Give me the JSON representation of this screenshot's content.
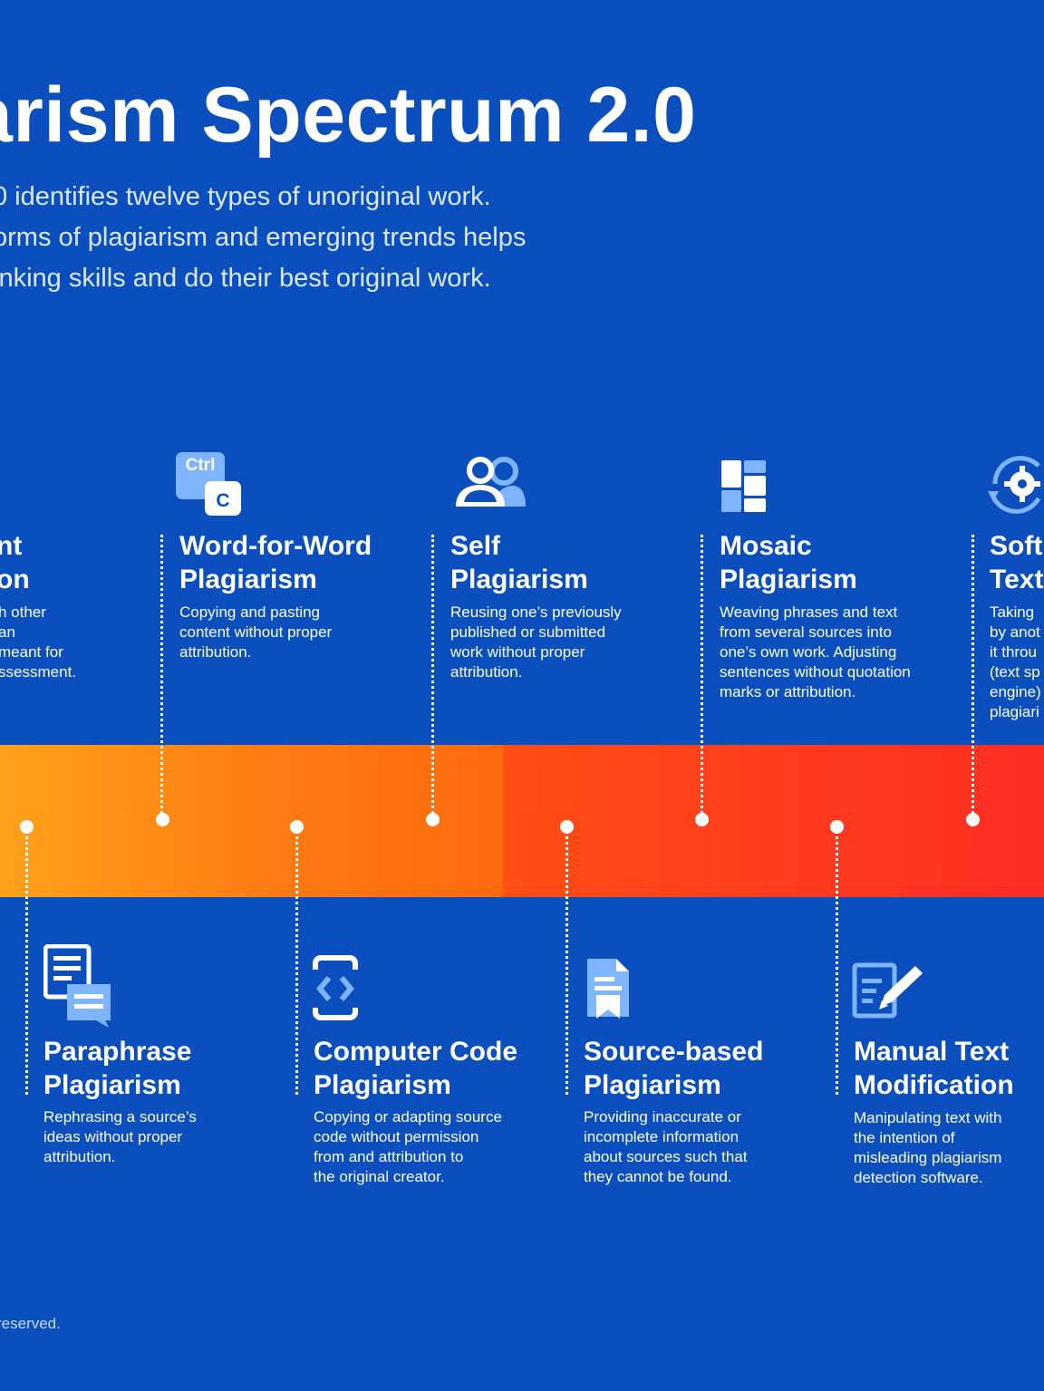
{
  "title": "arism Spectrum 2.0",
  "intro": [
    "0 identifies twelve types of unoriginal work.",
    "orms of plagiarism and emerging trends helps",
    "inking skills and do their best original work."
  ],
  "top_items": [
    {
      "heading": [
        "nt",
        "on"
      ],
      "desc": [
        "h other",
        " an",
        " meant for",
        "ssessment."
      ]
    },
    {
      "heading": [
        "Word-for-Word",
        "Plagiarism"
      ],
      "desc": [
        "Copying and pasting",
        "content without proper",
        "attribution."
      ]
    },
    {
      "heading": [
        "Self",
        "Plagiarism"
      ],
      "desc": [
        "Reusing one’s previously",
        "published or submitted",
        "work without proper",
        "attribution."
      ]
    },
    {
      "heading": [
        "Mosaic",
        "Plagiarism"
      ],
      "desc": [
        "Weaving phrases and text",
        "from several sources into",
        "one’s own work. Adjusting",
        "sentences without quotation",
        "marks or attribution."
      ]
    },
    {
      "heading": [
        "Soft",
        "Text"
      ],
      "desc": [
        "Taking",
        "by anot",
        "it throu",
        "(text sp",
        "engine)",
        "plagiari"
      ]
    }
  ],
  "bottom_items": [
    {
      "heading": [
        "Paraphrase",
        "Plagiarism"
      ],
      "desc": [
        "Rephrasing a source’s",
        "ideas without proper",
        "attribution."
      ]
    },
    {
      "heading": [
        "Computer Code",
        "Plagiarism"
      ],
      "desc": [
        "Copying or adapting source",
        "code without permission",
        "from and attribution to",
        "the original creator."
      ]
    },
    {
      "heading": [
        "Source-based",
        "Plagiarism"
      ],
      "desc": [
        "Providing inaccurate or",
        "incomplete information",
        "about sources such that",
        "they cannot be found."
      ]
    },
    {
      "heading": [
        "Manual Text",
        "Modification"
      ],
      "desc": [
        "Manipulating text with",
        "the intention of",
        "misleading plagiarism",
        "detection software."
      ]
    }
  ],
  "icons": {
    "ctrl_label": "Ctrl",
    "c_label": "C"
  },
  "colors": {
    "background": "#0b4fbf",
    "icon_light": "#7fb4ff",
    "icon_white": "#ffffff",
    "band_start": "#ffa11b",
    "band_end": "#ff2d22"
  },
  "footer": "reserved."
}
